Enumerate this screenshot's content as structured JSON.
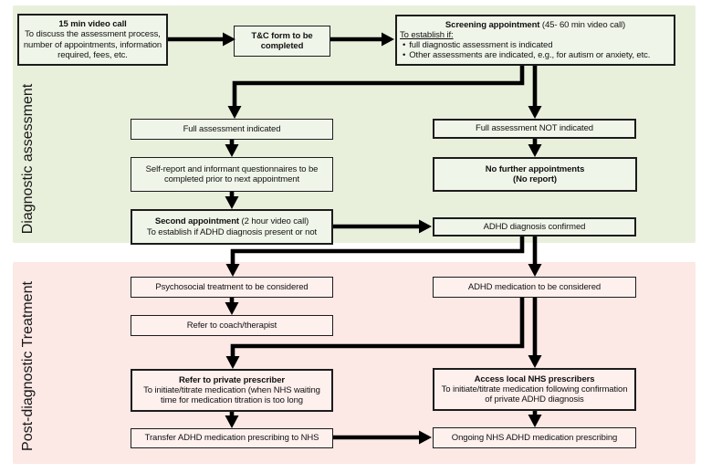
{
  "sections": {
    "diagnostic": {
      "label": "Diagnostic assessment"
    },
    "post": {
      "label": "Post-diagnostic Treatment"
    }
  },
  "colors": {
    "green-band": "#e8f0dc",
    "green-box": "#f0f5e9",
    "pink-band": "#fce8e5",
    "pink-box": "#fdf0ed",
    "border": "#1c1c1c",
    "line": "#000000",
    "text": "#111111"
  },
  "boxes": {
    "video_call": {
      "title": "15 min video call",
      "body": "To discuss the assessment process, number of appointments, information required, fees, etc."
    },
    "tc_form": {
      "title": "T&C form to be completed"
    },
    "screening": {
      "title": "Screening appointment",
      "suffix": " (45- 60 min video call)",
      "lead": "To establish if:",
      "bullets": [
        "full diagnostic assessment is indicated",
        "Other assessments are indicated, e.g., for autism or anxiety, etc."
      ]
    },
    "full_indicated": {
      "text": "Full assessment indicated"
    },
    "full_not_indicated": {
      "text": "Full assessment NOT indicated"
    },
    "questionnaires": {
      "text": "Self-report and informant questionnaires to be completed prior to next appointment"
    },
    "no_further": {
      "line1": "No further appointments",
      "line2": "(No report)"
    },
    "second_appointment": {
      "title": "Second appointment",
      "suffix": " (2 hour video call)",
      "body": "To establish if ADHD diagnosis present or not"
    },
    "diagnosis_confirmed": {
      "text": "ADHD diagnosis confirmed"
    },
    "psychosocial": {
      "text": "Psychosocial treatment to be considered"
    },
    "medication_considered": {
      "text": "ADHD medication to be considered"
    },
    "coach": {
      "text": "Refer to coach/therapist"
    },
    "private_prescriber": {
      "title": "Refer to private prescriber",
      "body": "To initiate/titrate medication (when NHS waiting time for medication titration is too long"
    },
    "nhs_prescribers": {
      "title": "Access local NHS prescribers",
      "body": "To initiate/titrate medication following confirmation of private ADHD diagnosis"
    },
    "transfer": {
      "text": "Transfer ADHD medication prescribing to NHS"
    },
    "ongoing": {
      "text": "Ongoing NHS ADHD medication prescribing"
    }
  }
}
